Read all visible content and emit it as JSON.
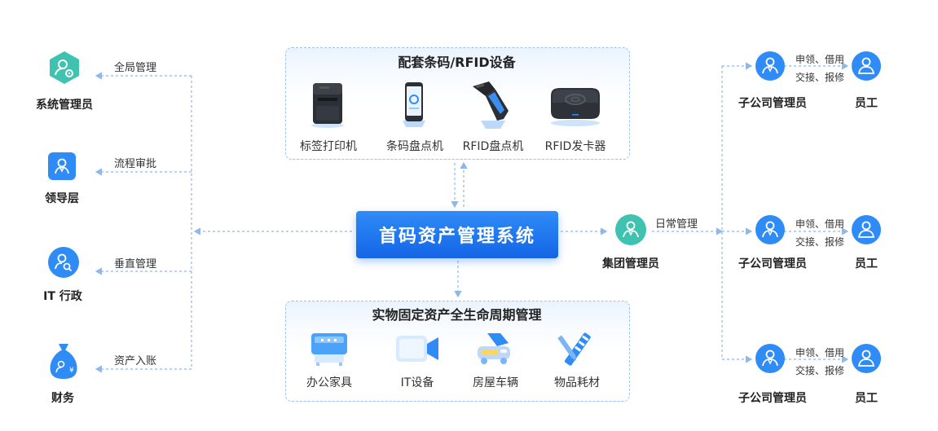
{
  "center_system": "首码资产管理系统",
  "left_roles": [
    {
      "label": "系统管理员",
      "line_label": "全局管理",
      "icon": "admin-gear-icon",
      "color": "#3fc3b0"
    },
    {
      "label": "领导层",
      "line_label": "流程审批",
      "icon": "leader-icon",
      "color": "#2f8cf6"
    },
    {
      "label": "IT 行政",
      "line_label": "垂直管理",
      "icon": "it-search-icon",
      "color": "#2f8cf6"
    },
    {
      "label": "财务",
      "line_label": "资产入账",
      "icon": "money-bag-icon",
      "color": "#2f8cf6"
    }
  ],
  "devices_panel": {
    "title": "配套条码/RFID设备",
    "items": [
      {
        "label": "标签打印机",
        "icon": "label-printer-icon"
      },
      {
        "label": "条码盘点机",
        "icon": "barcode-scanner-phone-icon"
      },
      {
        "label": "RFID盘点机",
        "icon": "rfid-handheld-icon"
      },
      {
        "label": "RFID发卡器",
        "icon": "rfid-card-reader-icon"
      }
    ]
  },
  "lifecycle_panel": {
    "title": "实物固定资产全生命周期管理",
    "items": [
      {
        "label": "办公家具",
        "icon": "office-furniture-icon"
      },
      {
        "label": "IT设备",
        "icon": "it-camera-icon"
      },
      {
        "label": "房屋车辆",
        "icon": "house-car-icon"
      },
      {
        "label": "物品耗材",
        "icon": "consumables-tools-icon"
      }
    ]
  },
  "group_manager": {
    "label": "集团管理员",
    "line_label": "日常管理",
    "icon": "group-manager-icon",
    "color": "#3fc3b0"
  },
  "subsidiaries": [
    {
      "manager": "子公司管理员",
      "employee": "员工",
      "note_line1": "申领、借用",
      "note_line2": "交接、报修"
    },
    {
      "manager": "子公司管理员",
      "employee": "员工",
      "note_line1": "申领、借用",
      "note_line2": "交接、报修"
    },
    {
      "manager": "子公司管理员",
      "employee": "员工",
      "note_line1": "申领、借用",
      "note_line2": "交接、报修"
    }
  ],
  "colors": {
    "primary": "#2f8cf6",
    "teal": "#3fc3b0",
    "line": "#8db8ee"
  }
}
